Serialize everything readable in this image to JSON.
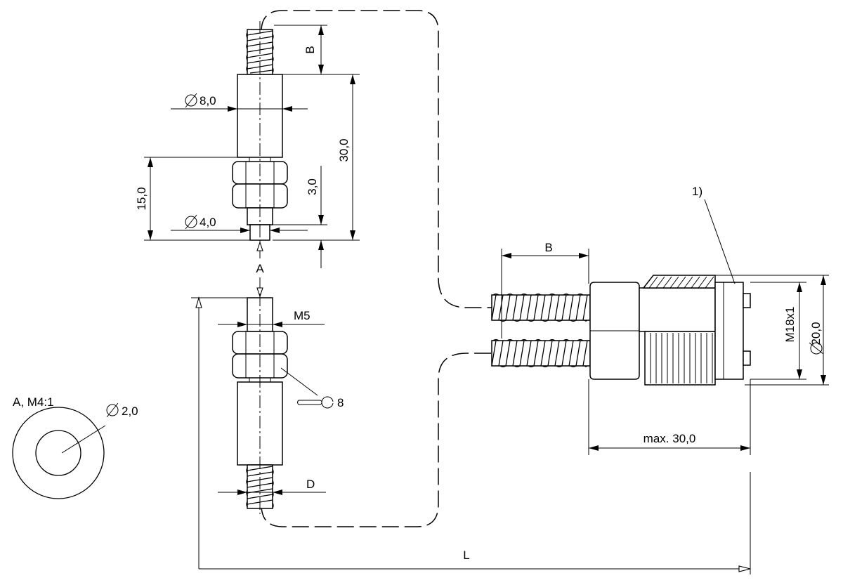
{
  "labels": {
    "b_top": "B",
    "dia_8": "8,0",
    "len_30": "30,0",
    "len_15": "15,0",
    "len_3": "3,0",
    "dia_4": "4,0",
    "view_a": "A",
    "thread_m5": "M5",
    "wrench_8": "8",
    "d_label": "D",
    "detail_a": "A, M4:1",
    "dia_2": "2,0",
    "b_right": "B",
    "note_1": "1)",
    "thread_m18": "M18x1",
    "dia_20": "20,0",
    "max_30": "max. 30,0",
    "len_l": "L"
  },
  "icons": {
    "diameter": "diameter-symbol-icon",
    "wrench": "wrench-icon"
  }
}
